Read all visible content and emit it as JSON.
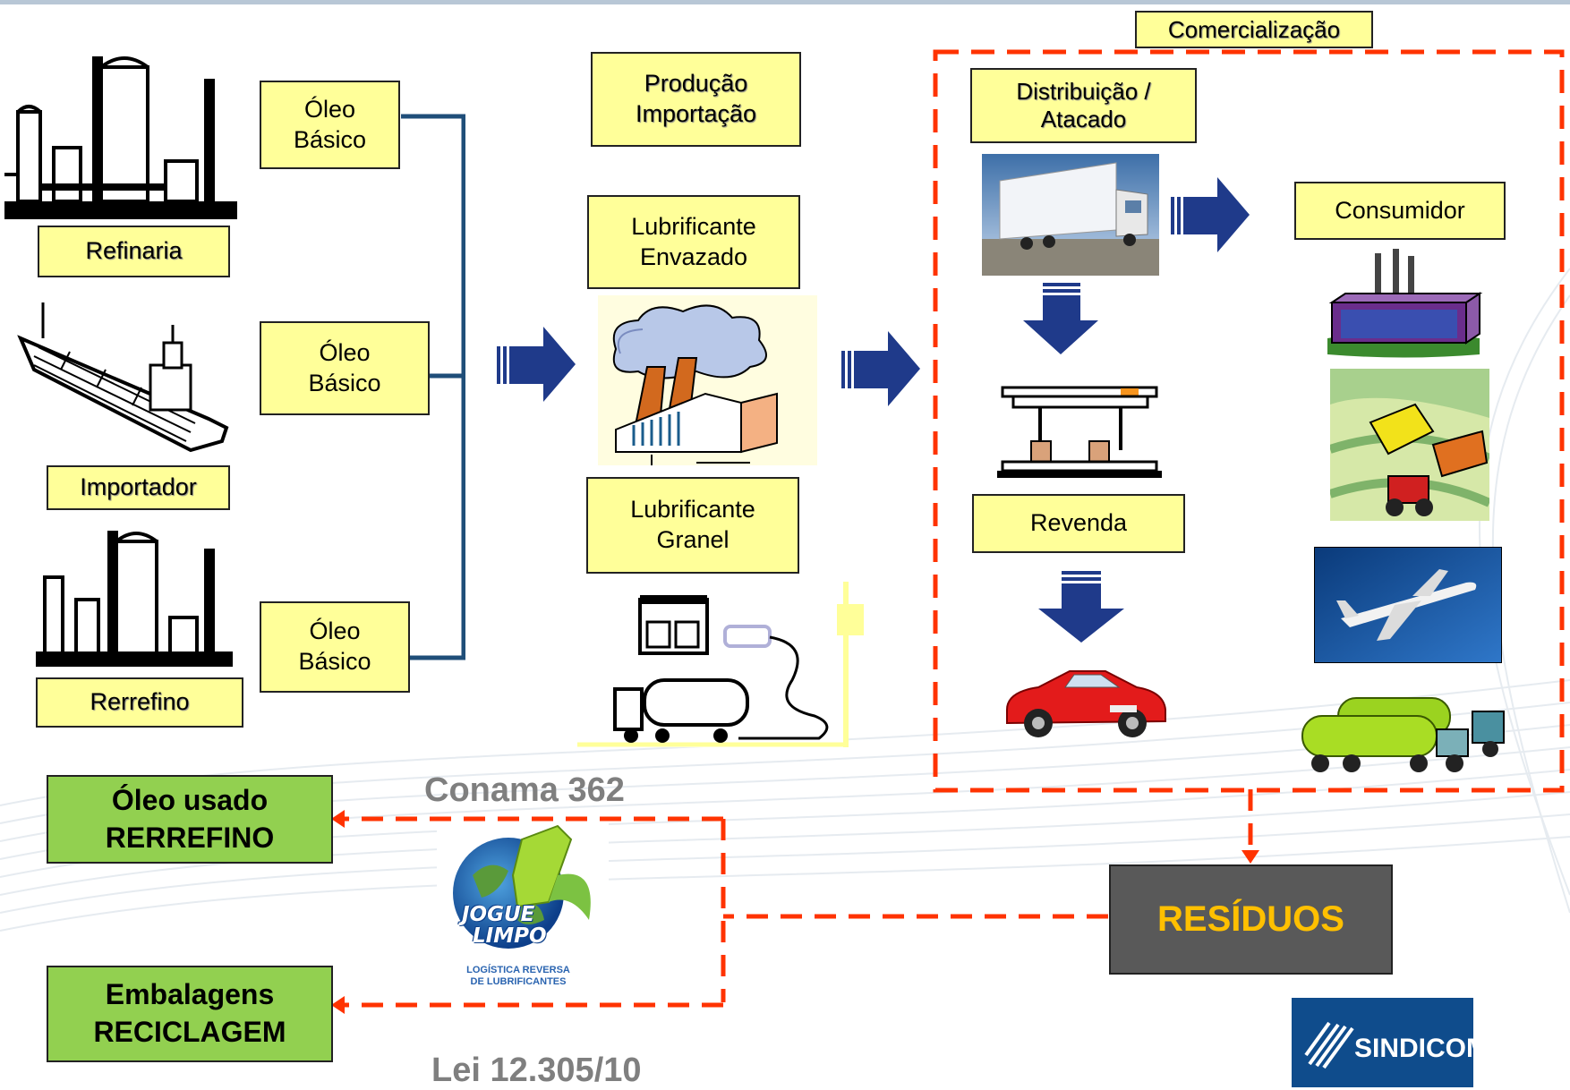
{
  "sources": {
    "refinaria": "Refinaria",
    "importador": "Importador",
    "rerrefino": "Rerrefino"
  },
  "oleo_basico": [
    "Óleo",
    "Básico"
  ],
  "producao": {
    "header": [
      "Produção",
      "Importação"
    ],
    "envazado": [
      "Lubrificante",
      "Envazado"
    ],
    "granel": [
      "Lubrificante",
      "Granel"
    ]
  },
  "comercializacao": {
    "title": "Comercialização",
    "distribuicao": [
      "Distribuição /",
      "Atacado"
    ],
    "consumidor": "Consumidor",
    "revenda": "Revenda"
  },
  "residuos": {
    "label": "RESÍDUOS",
    "oleo_usado": [
      "Óleo usado",
      "RERREFINO"
    ],
    "embalagens": [
      "Embalagens",
      "RECICLAGEM"
    ],
    "conama": "Conama 362",
    "lei": "Lei 12.305/10"
  },
  "logos": {
    "jogue_limpo": [
      "JOGUE",
      "LIMPO"
    ],
    "jogue_limpo_tagline": [
      "LOGÍSTICA REVERSA",
      "DE LUBRIFICANTES"
    ],
    "sindicom": "SINDICOM"
  },
  "colors": {
    "box_fill": "#ffff99",
    "green_box": "#92d050",
    "residuos_fill": "#595959",
    "residuos_text": "#ffc000",
    "dashed_red": "#ff3300",
    "arrow_navy": "#1f3a8a",
    "connector": "#1f4e79"
  }
}
